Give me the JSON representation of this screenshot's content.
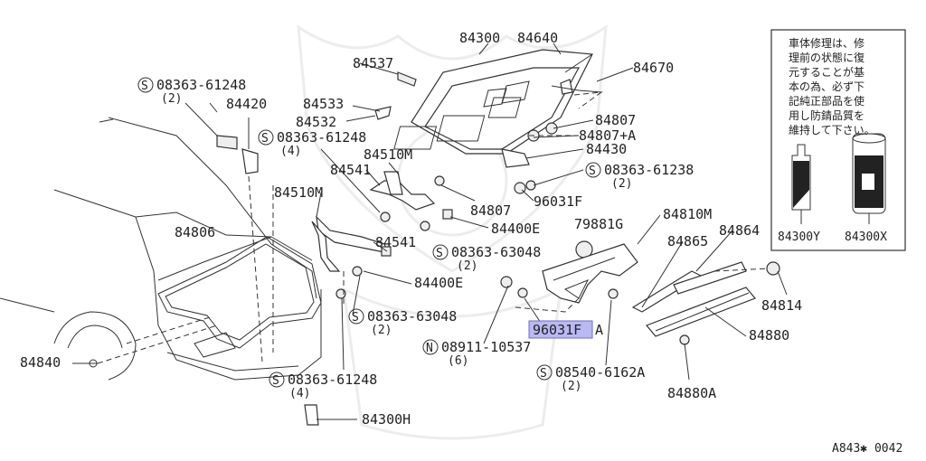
{
  "labels": {
    "p84300": "84300",
    "p84640": "84640",
    "p84537": "84537",
    "p84670": "84670",
    "s08363_61248_top": "08363-61248",
    "s08363_61248_top_qty": "(2)",
    "p84420": "84420",
    "p84533": "84533",
    "p84532": "84532",
    "s08363_61248_mid": "08363-61248",
    "s08363_61248_mid_qty": "(4)",
    "p84510m_top": "84510M",
    "p84541_top": "84541",
    "p84807_a": "84807",
    "p84807a": "84807+A",
    "p84430": "84430",
    "s08363_61238": "08363-61238",
    "s08363_61238_qty": "(2)",
    "p96031f": "96031F",
    "p84510m_left": "84510M",
    "p84807_b": "84807",
    "p84400e_a": "84400E",
    "p79881g": "79881G",
    "p84810m": "84810M",
    "p84806": "84806",
    "p84541_b": "84541",
    "s08363_63048_a": "08363-63048",
    "s08363_63048_a_qty": "(2)",
    "p84865": "84865",
    "p84864": "84864",
    "p84400e_b": "84400E",
    "p84814": "84814",
    "s08363_63048_b": "08363-63048",
    "s08363_63048_b_qty": "(2)",
    "p96031fa_a": "96031F",
    "p96031fa_b": "A",
    "p84880": "84880",
    "p84840": "84840",
    "n08911_10537": "08911-10537",
    "n08911_10537_qty": "(6)",
    "s08540_6162a": "08540-6162A",
    "s08540_6162a_qty": "(2)",
    "s08363_61248_bot": "08363-61248",
    "s08363_61248_bot_qty": "(4)",
    "p84880a": "84880A",
    "p84300h": "84300H",
    "p84300y": "84300Y",
    "p84300x": "84300X",
    "footer_code": "A843✱ 0042"
  },
  "symbols": {
    "S": "S",
    "N": "N"
  },
  "note": {
    "lines": [
      "車体修理は、修",
      "理前の状態に復",
      "元することが基",
      "本の為、必ず下",
      "記純正部品を使",
      "用し防錆品質を",
      "維持して下さい。"
    ]
  },
  "highlight": {
    "color": "#b9b9f3",
    "part": "96031FA"
  }
}
